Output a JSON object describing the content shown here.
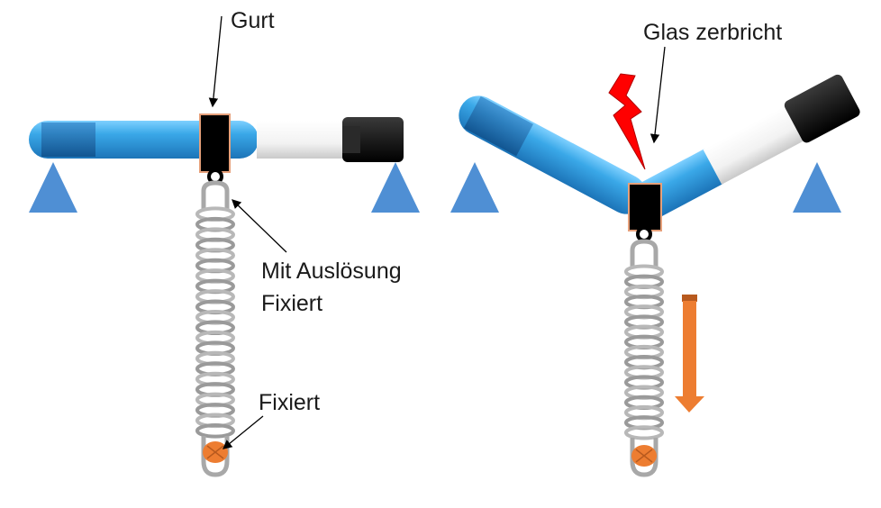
{
  "labels": {
    "gurt": "Gurt",
    "ausloesung_line1": "Mit Auslösung",
    "ausloesung_line2": "Fixiert",
    "fixiert": "Fixiert",
    "glas_zerbricht": "Glas zerbricht"
  },
  "colors": {
    "support": "#4f8fd4",
    "tube_blue": "#3aa8e8",
    "tube_dark_blue": "#1e6fb4",
    "cap": "#141414",
    "belt": "#000000",
    "belt_border": "#e6a07a",
    "spring": "#a8a8a8",
    "anchor": "#ed7d31",
    "arrow": "#ed7d31",
    "lightning": "#ff0000"
  },
  "icons": {
    "support": "triangle",
    "break": "lightning-bolt",
    "direction": "arrow-down"
  }
}
